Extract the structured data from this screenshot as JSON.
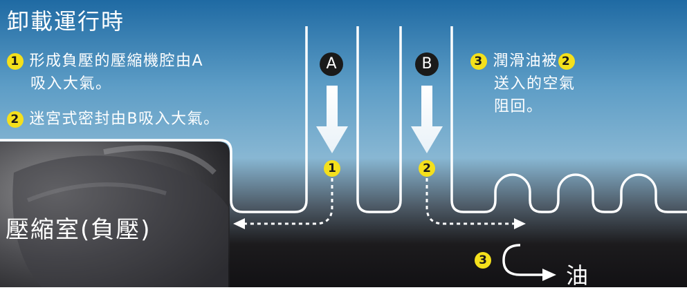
{
  "title": "卸載運行時",
  "notes": {
    "n1": {
      "badge": "1",
      "line1": "形成負壓的壓縮機腔由A",
      "line2": "吸入大氣。"
    },
    "n2": {
      "badge": "2",
      "text": "迷宮式密封由B吸入大氣。"
    },
    "n3": {
      "badge": "3",
      "line1a": "潤滑油被",
      "line1b_badge": "2",
      "line2": "送入的空氣",
      "line3": "阻回。"
    }
  },
  "ports": {
    "a": "A",
    "b": "B"
  },
  "flow_badges": {
    "f1": "1",
    "f2": "2",
    "f3": "3"
  },
  "chamber_label": "壓縮室(負壓)",
  "oil_label": "油",
  "colors": {
    "badge": "#f4e01c",
    "line": "#ffffff",
    "sky_top": "#1f70a8",
    "sky_mid": "#7fb4d2"
  }
}
